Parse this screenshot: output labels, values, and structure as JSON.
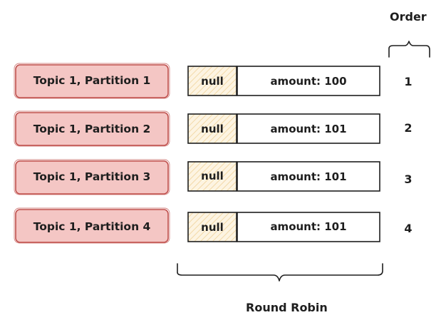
{
  "header": {
    "order_label": "Order"
  },
  "footer": {
    "round_robin_label": "Round Robin"
  },
  "rows": [
    {
      "partition": "Topic 1, Partition 1",
      "key": "null",
      "value": "amount: 100",
      "order": "1"
    },
    {
      "partition": "Topic 1, Partition 2",
      "key": "null",
      "value": "amount: 101",
      "order": "2"
    },
    {
      "partition": "Topic 1, Partition 3",
      "key": "null",
      "value": "amount: 101",
      "order": "3"
    },
    {
      "partition": "Topic 1, Partition 4",
      "key": "null",
      "value": "amount: 101",
      "order": "4"
    }
  ],
  "colors": {
    "partition_fill": "#f4c6c4",
    "partition_stroke": "#c0504d",
    "key_fill": "#fdf1d8",
    "stroke": "#1e1e1e"
  }
}
